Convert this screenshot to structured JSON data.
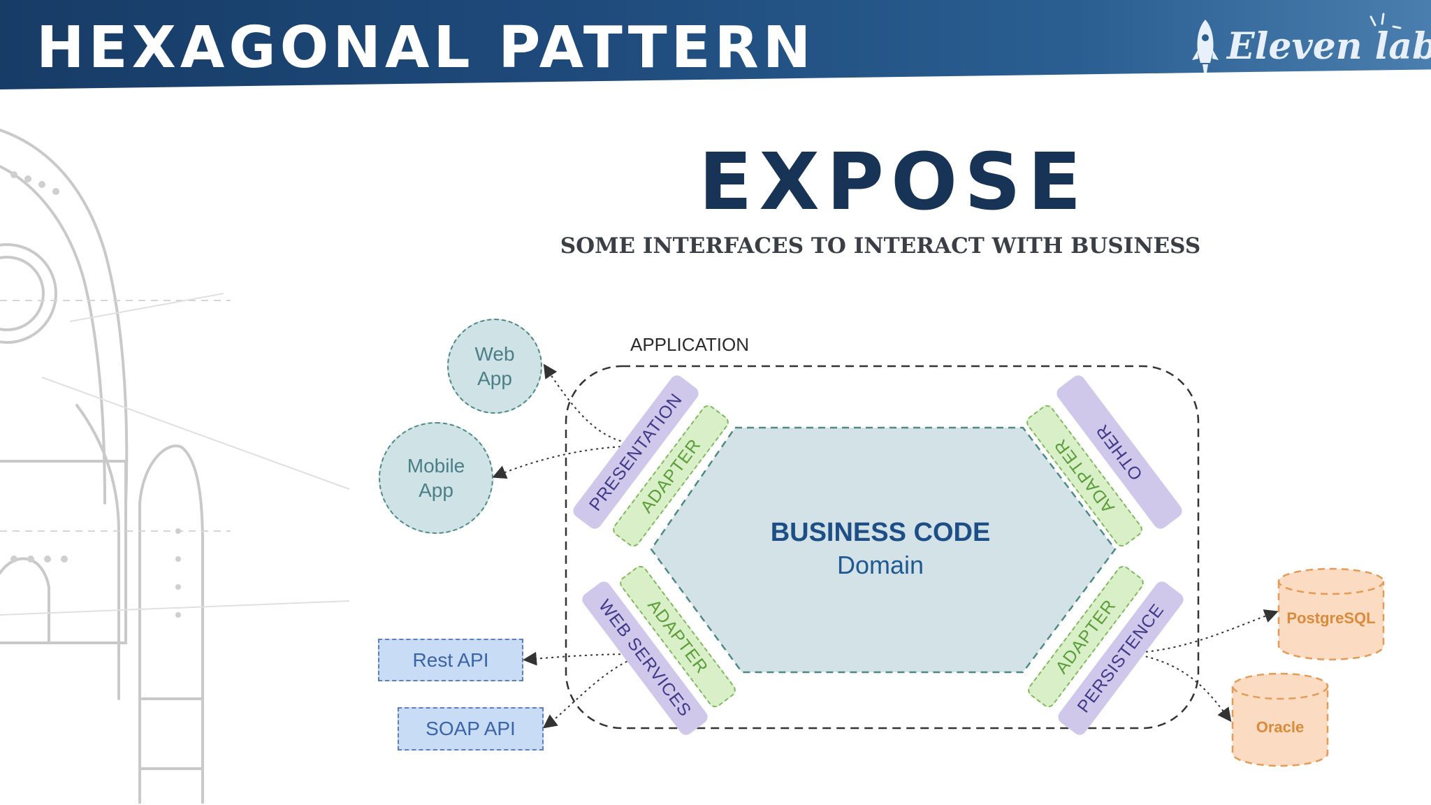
{
  "header": {
    "title": "HEXAGONAL PATTERN",
    "logo_text": "Eleven labs"
  },
  "slide": {
    "title": "EXPOSE",
    "subtitle": "SOME INTERFACES TO INTERACT WITH BUSINESS"
  },
  "diagram": {
    "application_label": "APPLICATION",
    "business_title": "BUSINESS CODE",
    "business_subtitle": "Domain",
    "layers": {
      "presentation": "PRESENTATION",
      "web_services": "WEB SERVICES",
      "other": "OTHER",
      "persistence": "PERSISTENCE"
    },
    "adapters": {
      "top_left": "ADAPTER",
      "bottom_left": "ADAPTER",
      "top_right": "ADAPTER",
      "bottom_right": "ADAPTER"
    },
    "clients": {
      "web_app": [
        "Web",
        "App"
      ],
      "mobile_app": [
        "Mobile",
        "App"
      ],
      "rest_api": "Rest API",
      "soap_api": "SOAP API"
    },
    "databases": {
      "postgresql": "PostgreSQL",
      "oracle": "Oracle"
    }
  },
  "colors": {
    "header_bg": "#1e4a7b",
    "domain_fill": "#d3e2e6",
    "layer_fill": "#cfc8ea",
    "adapter_fill": "#d8efc8",
    "client_circle_fill": "#cfe2e6",
    "api_fill": "#c9dcf6",
    "db_fill": "#fbdcc2"
  },
  "icons": [
    "rocket-icon"
  ]
}
